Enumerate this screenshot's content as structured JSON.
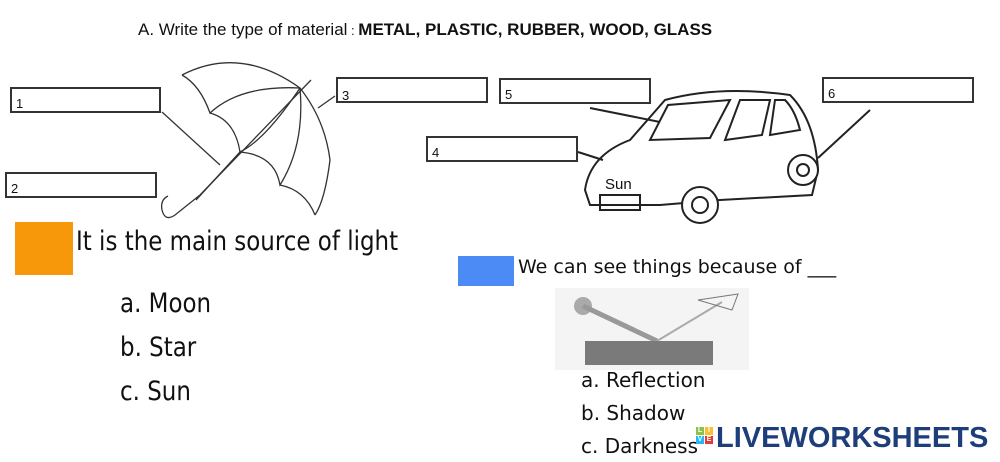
{
  "header": {
    "prefix": "A.  Write the type of material",
    "sep": " : ",
    "materials": "METAL, PLASTIC, RUBBER, WOOD, GLASS"
  },
  "boxes": [
    "1",
    "2",
    "3",
    "4",
    "5",
    "6"
  ],
  "overlay_text": "Sun",
  "q1": {
    "color": "#f7970a",
    "question": "It is the main source of light",
    "options": [
      "a.  Moon",
      "b.  Star",
      "c.  Sun"
    ]
  },
  "q2": {
    "color": "#4c8af5",
    "question": "We can see things because of ___",
    "options": [
      "a. Reflection",
      "b. Shadow",
      "c. Darkness"
    ]
  },
  "brand": {
    "name": "LIVEWORKSHEETS",
    "letters": [
      "L",
      "I",
      "V",
      "E"
    ]
  }
}
